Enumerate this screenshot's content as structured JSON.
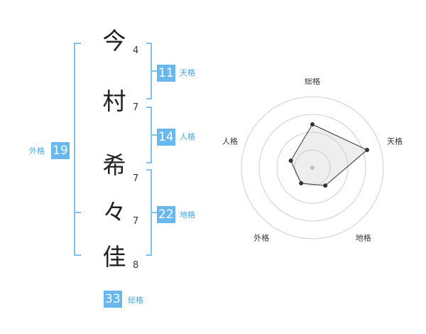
{
  "name": {
    "characters": [
      {
        "char": "今",
        "strokes": "4"
      },
      {
        "char": "村",
        "strokes": "7"
      },
      {
        "char": "希",
        "strokes": "7"
      },
      {
        "char": "々",
        "strokes": "7"
      },
      {
        "char": "佳",
        "strokes": "8"
      }
    ]
  },
  "scores": {
    "tenkaku": {
      "value": "11",
      "label": "天格"
    },
    "jinkaku": {
      "value": "14",
      "label": "人格"
    },
    "chikaku": {
      "value": "22",
      "label": "地格"
    },
    "gaikaku": {
      "value": "19",
      "label": "外格"
    },
    "soukaku": {
      "value": "33",
      "label": "総格"
    }
  },
  "colors": {
    "accent": "#68b8ee",
    "bracket": "#7cc4ee",
    "badge_label": "#4aa8e6"
  },
  "chart_data": {
    "type": "radar",
    "axes": [
      "総格",
      "天格",
      "地格",
      "外格",
      "人格"
    ],
    "values": [
      0.61,
      0.81,
      0.31,
      0.27,
      0.32
    ],
    "rings": 4,
    "grid": true
  }
}
